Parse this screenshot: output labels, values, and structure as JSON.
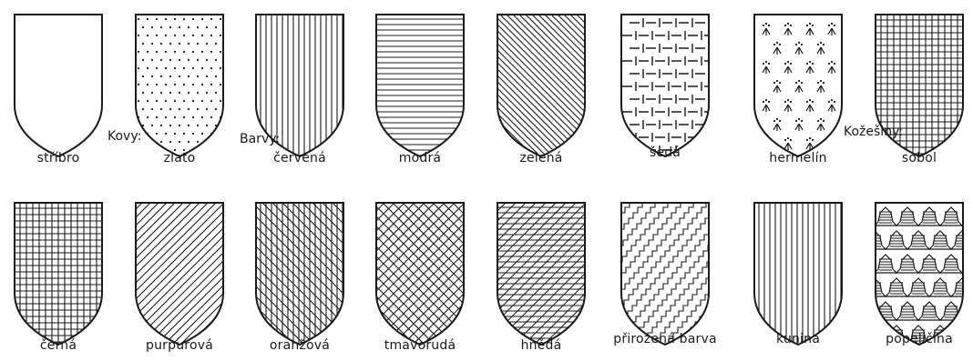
{
  "categories": {
    "metals": "Kovy:",
    "colors": "Barvy:",
    "furs": "Kožešiny:"
  },
  "rows": [
    [
      {
        "label": "stříbro",
        "pattern": "plain"
      },
      {
        "label": "zlato",
        "pattern": "dots"
      },
      {
        "label": "červená",
        "pattern": "vertical"
      },
      {
        "label": "modrá",
        "pattern": "horizontal"
      },
      {
        "label": "zelená",
        "pattern": "diagonal-down"
      },
      {
        "label": "šedá",
        "pattern": "bricks"
      },
      {
        "label": "hermelín",
        "pattern": "ermine"
      },
      {
        "label": "sobol",
        "pattern": "grid"
      }
    ],
    [
      {
        "label": "černá",
        "pattern": "grid"
      },
      {
        "label": "purpurová",
        "pattern": "diagonal-up"
      },
      {
        "label": "oranžová",
        "pattern": "vertical-diagonal"
      },
      {
        "label": "tmavorudá",
        "pattern": "crosshatch"
      },
      {
        "label": "hnědá",
        "pattern": "horizontal-diagonal"
      },
      {
        "label": "přirozená barva",
        "pattern": "zigzag"
      },
      {
        "label": "kunina",
        "pattern": "vertical"
      },
      {
        "label": "popeličina",
        "pattern": "vair"
      }
    ]
  ],
  "ink_color": "#1a1a1a"
}
